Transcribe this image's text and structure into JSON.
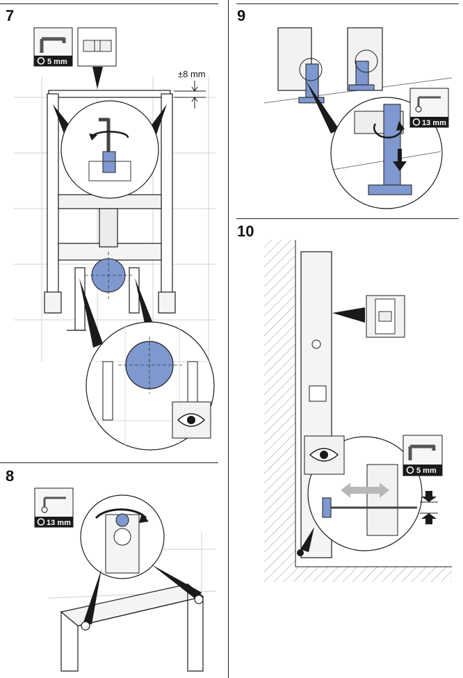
{
  "steps": [
    {
      "number": "7",
      "tool": "5 mm",
      "dimension": "±8 mm"
    },
    {
      "number": "8",
      "tool": "13 mm"
    },
    {
      "number": "9",
      "tool": "13 mm"
    },
    {
      "number": "10",
      "tool": "5 mm"
    }
  ],
  "colors": {
    "accent_blue": "#7f98cf",
    "line": "#1a1a1a",
    "wall_tile": "#d8d8d8",
    "frame_gray": "#e9e9e9",
    "arrow_gray": "#b8b8b8"
  },
  "icons": [
    "hex-key-icon",
    "spirit-level-icon",
    "socket-wrench-icon",
    "eye-icon",
    "rotate-arrow-icon",
    "push-down-arrow-icon",
    "double-arrow-icon"
  ]
}
